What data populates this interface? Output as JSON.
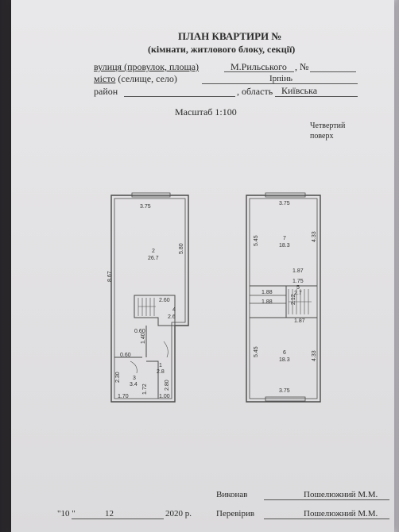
{
  "header": {
    "title": "ПЛАН КВАРТИРИ №",
    "subtitle": "(кімнати, житлового блоку, секції)"
  },
  "address": {
    "street_label": "вулиця (провулок, площа)",
    "street_value": "М.Рильського",
    "number_label": ", №",
    "city_label": "місто",
    "city_paren": "(селище, село)",
    "city_value": "Ірпінь",
    "district_label": "район",
    "region_label": ", область",
    "region_value": "Київська"
  },
  "scale": "Масштаб 1:100",
  "floor_note": "Четвертий поверх",
  "plan_left": {
    "top_width": "3.75",
    "left_height": "8.67",
    "room2_num": "2",
    "room2_area": "26.7",
    "room2_height": "5.80",
    "stair_width": "2.60",
    "room4_num": "4",
    "room4_area": "2.6",
    "dim_060a": "0.60",
    "dim_140": "1.40",
    "dim_060b": "0.60",
    "room1_num": "1",
    "room1_area": "2.8",
    "dim_280": "2.80",
    "room3_num": "3",
    "room3_area": "3.4",
    "dim_230": "2.30",
    "dim_172": "1.72",
    "dim_170": "1.70",
    "dim_100": "1.00"
  },
  "plan_right": {
    "top_width": "3.75",
    "left_545a": "5.45",
    "room7_num": "7",
    "room7_area": "18.3",
    "right_433a": "4.33",
    "dim_187a": "1.87",
    "dim_175": "1.75",
    "room5_num": "5",
    "room5_area": "2.7",
    "dim_188a": "1.88",
    "dim_188b": "1.88",
    "dim_212": "2.12",
    "dim_187b": "1.87",
    "left_545b": "5.45",
    "room6_num": "6",
    "room6_area": "18.3",
    "right_433b": "4.33",
    "bottom_width": "3.75"
  },
  "footer": {
    "executed_label": "Виконав",
    "executed_name": "Пошелюжний М.М.",
    "date_day": "\"10 \"",
    "date_month": "12",
    "date_year": "2020 р.",
    "checked_label": "Перевірив",
    "checked_name": "Пошелюжний М.М."
  }
}
